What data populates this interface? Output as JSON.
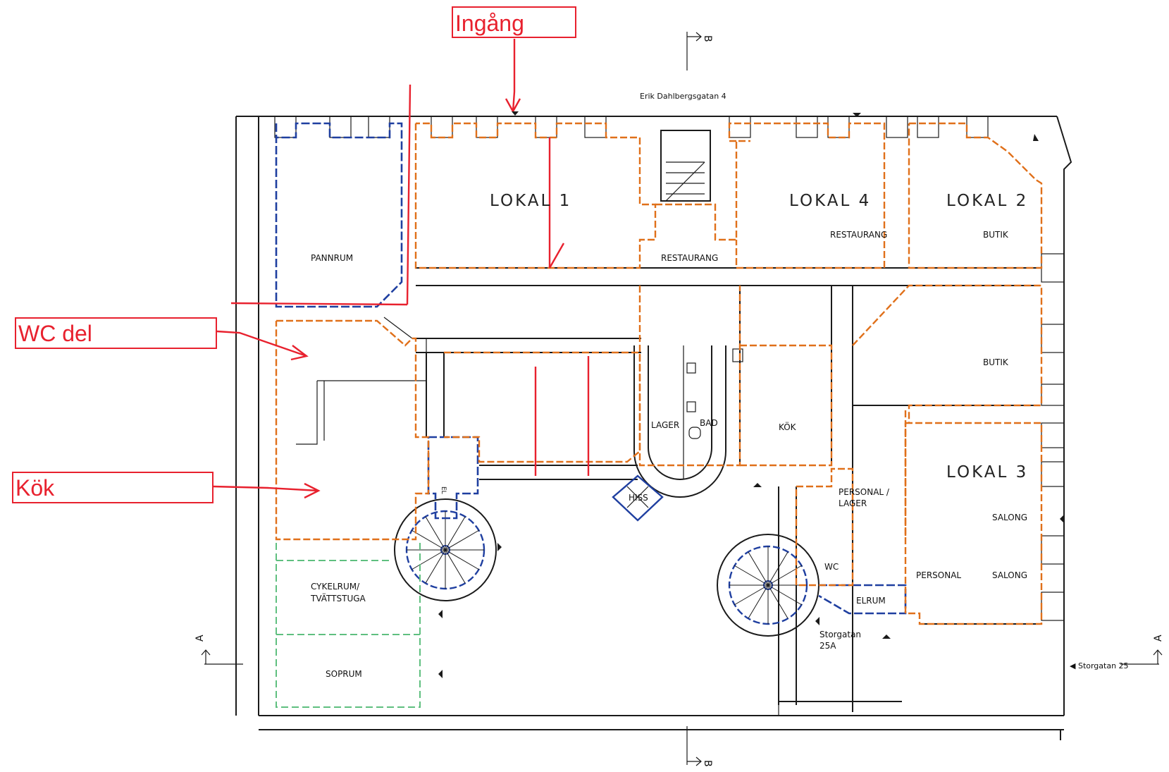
{
  "callouts": {
    "entrance": "Ingång",
    "wc": "WC del",
    "kitchen": "Kök"
  },
  "streets": {
    "north": "Erik Dahlbergsgatan 4",
    "east": "◀ Storgatan 25",
    "stair_entry_line1": "Storgatan",
    "stair_entry_line2": "25A"
  },
  "units": {
    "lokal1": "LOKAL 1",
    "lokal2": "LOKAL 2",
    "lokal3": "LOKAL 3",
    "lokal4": "LOKAL 4"
  },
  "rooms": {
    "pannrum": "PANNRUM",
    "restaurang_main": "RESTAURANG",
    "restaurang_small": "RESTAURANG",
    "butik_top": "BUTIK",
    "butik_mid": "BUTIK",
    "lager": "LAGER",
    "bad": "BAD",
    "kok": "KÖK",
    "hiss": "HISS",
    "el": "EL",
    "personal_lager_1": "PERSONAL /",
    "personal_lager_2": "LAGER",
    "salong_top": "SALONG",
    "salong_bottom": "SALONG",
    "personal": "PERSONAL",
    "wc": "WC",
    "elrum": "ELRUM",
    "cykelrum_1": "CYKELRUM/",
    "cykelrum_2": "TVÄTTSTUGA",
    "soprum": "SOPRUM"
  },
  "section_marks": {
    "a": "A",
    "b": "B"
  },
  "colors": {
    "callout": "#e8212e",
    "unit_boundary": "#e0701a",
    "technical_boundary": "#1f3fa0",
    "shared_boundary": "#5fbf7f"
  }
}
